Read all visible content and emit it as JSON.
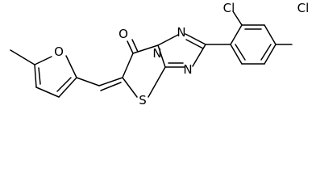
{
  "molecule": {
    "atoms": {
      "cl_ortho": "Cl",
      "cl_para": "Cl",
      "n_top": "N",
      "n_left": "N",
      "n_bottom": "N",
      "o_furan": "O",
      "o_carbonyl": "O",
      "s_ring": "S"
    }
  }
}
